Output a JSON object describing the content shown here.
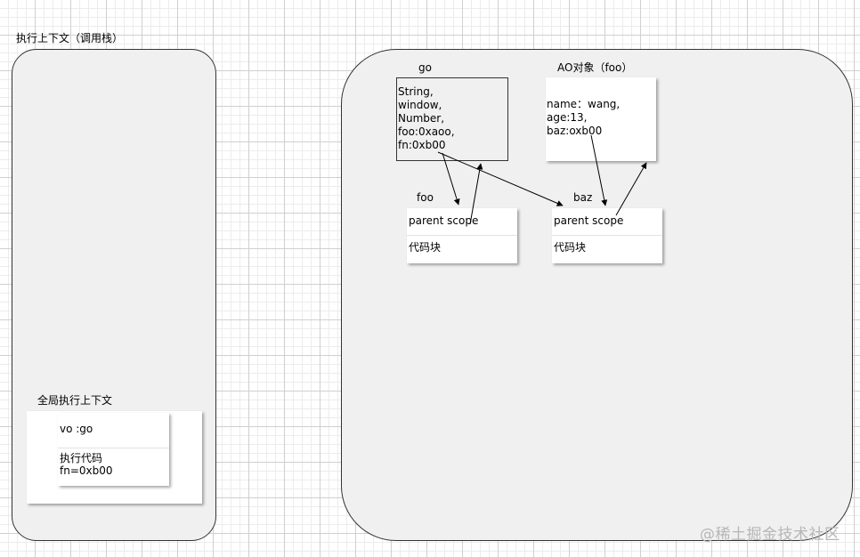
{
  "call_stack": {
    "title": "执行上下文（调用栈）",
    "global_context": {
      "title": "全局执行上下文",
      "vo": "vo :go",
      "code": "执行代码\nfn=0xb00"
    }
  },
  "heap": {
    "go": {
      "title": "go",
      "contents": "String,\nwindow,\nNumber,\nfoo:0xaoo,\nfn:0xb00"
    },
    "ao": {
      "title": "AO对象（foo）",
      "contents": "name：wang,\nage:13,\nbaz:oxb00"
    },
    "foo": {
      "title": "foo",
      "parent_scope": "parent scope",
      "code_block": "代码块"
    },
    "baz": {
      "title": "baz",
      "parent_scope": "parent scope",
      "code_block": "代码块"
    }
  },
  "watermark": "@稀土掘金技术社区"
}
